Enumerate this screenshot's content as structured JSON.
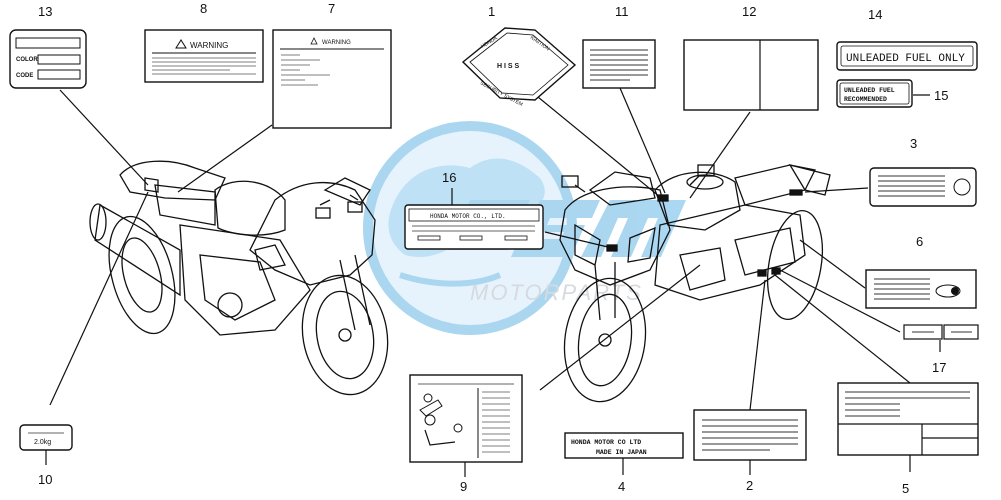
{
  "callouts": {
    "c1": "1",
    "c2": "2",
    "c3": "3",
    "c4": "4",
    "c5": "5",
    "c6": "6",
    "c7": "7",
    "c8": "8",
    "c9": "9",
    "c10": "10",
    "c11": "11",
    "c12": "12",
    "c13": "13",
    "c14": "14",
    "c15": "15",
    "c16": "16",
    "c17": "17"
  },
  "labels": {
    "color_code_color": "COLOR",
    "color_code_code": "CODE",
    "warning_8": "WARNING",
    "warning_7": "WARNING",
    "security_top": "HONDA",
    "security_right": "IGNITION",
    "security_middle": "H I S S",
    "security_bottom": "SECURITY SYSTEM",
    "fuel_only": "UNLEADED FUEL ONLY",
    "fuel_recommended_line1": "UNLEADED FUEL",
    "fuel_recommended_line2": "RECOMMENDED",
    "honda_motor_16": "HONDA MOTOR CO., LTD.",
    "tire_pressure": "2.0kg",
    "made_in_line1": "HONDA MOTOR CO LTD",
    "made_in_line2": "MADE IN JAPAN"
  },
  "watermark": {
    "brand": "MOTORPARTS",
    "logo_letters": "CMS"
  },
  "colors": {
    "line": "#111111",
    "watermark_blue": "#8ec9ec",
    "watermark_grey": "#c9ced3"
  }
}
